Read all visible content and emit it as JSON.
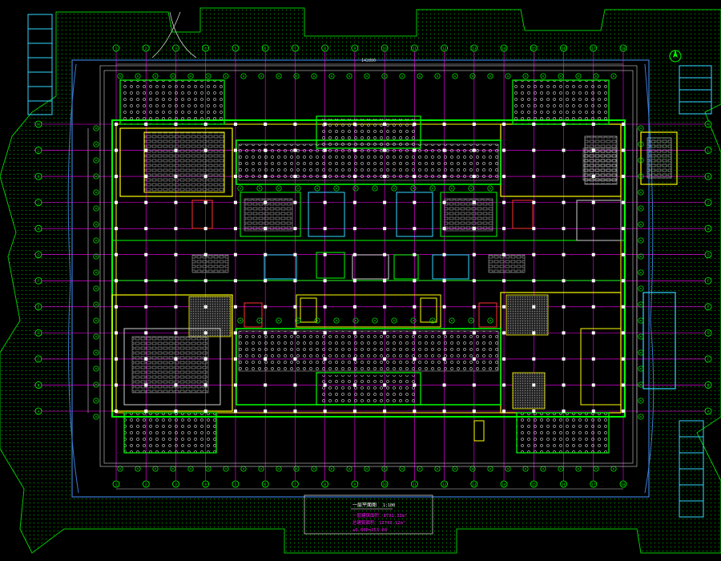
{
  "drawing": {
    "title": "一层平面图",
    "scale": "1:100",
    "area_note_1": "一层建筑面积：8791.33m²",
    "area_note_2": "总建筑面积：13743.12m²",
    "elevation_note": "±0.000=253.60",
    "overall_dimension": "142800"
  },
  "grid_axes": {
    "columns": [
      "1",
      "2",
      "3",
      "4",
      "5",
      "6",
      "7",
      "8",
      "9",
      "10",
      "11",
      "12",
      "13",
      "14",
      "15",
      "16",
      "17",
      "18"
    ],
    "rows": [
      "A",
      "B",
      "C",
      "D",
      "E",
      "F",
      "G",
      "H",
      "J",
      "K",
      "L",
      "M"
    ]
  },
  "colors": {
    "background": "#000000",
    "axis": "#ff00ff",
    "wall": "#00ff00",
    "column": "#ffffff",
    "core": "#ffff00",
    "landscape": "#00c800",
    "path": "#3a7bd5",
    "parking": "#30d8ff",
    "furniture": "#bfbfbf",
    "detail": "#ff3030"
  }
}
